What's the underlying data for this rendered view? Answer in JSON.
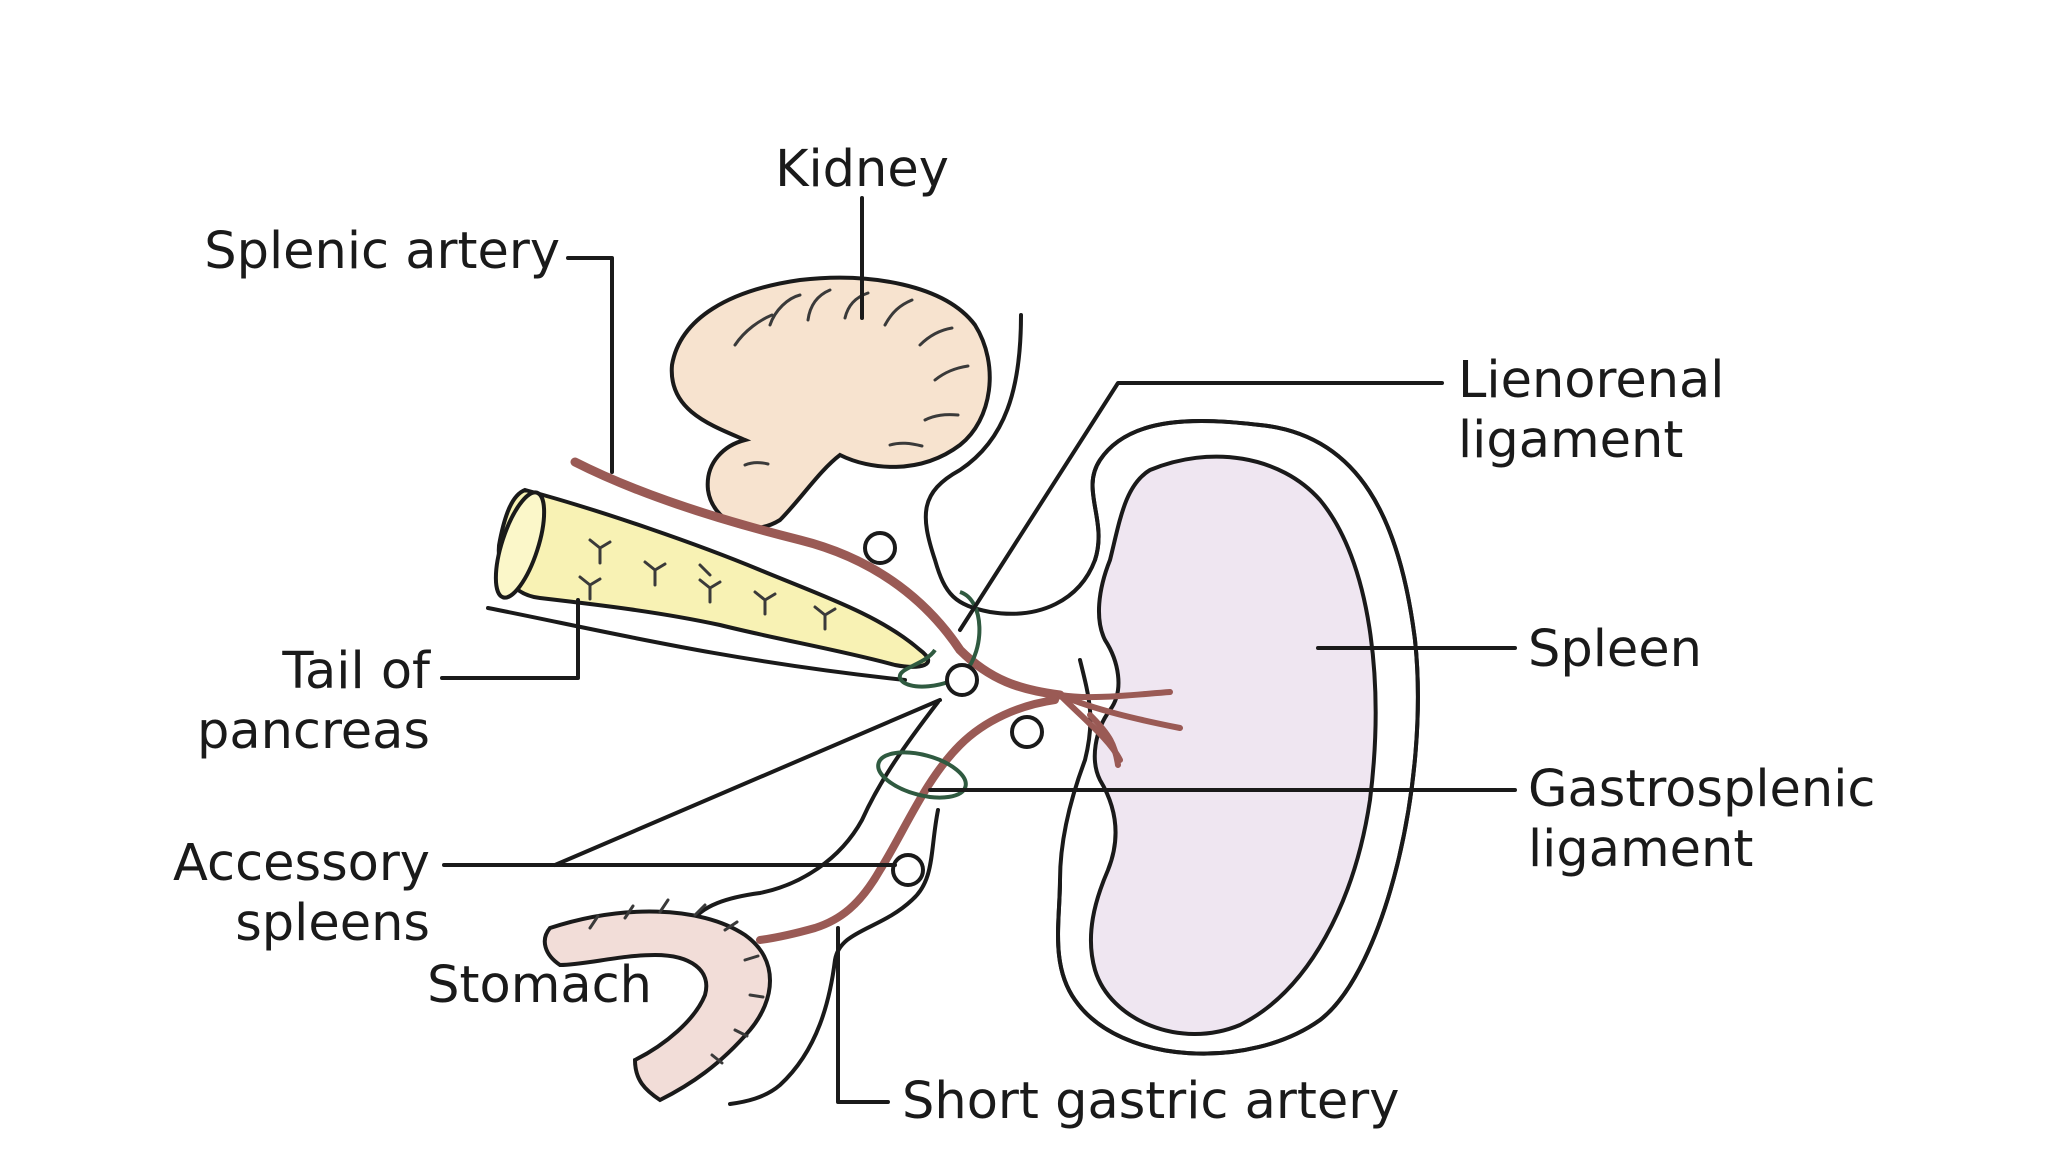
{
  "labels": {
    "kidney": "Kidney",
    "splenic_artery": "Splenic artery",
    "lienorenal_line1": "Lienorenal",
    "lienorenal_line2": "ligament",
    "spleen": "Spleen",
    "tail_line1": "Tail of",
    "tail_line2": "pancreas",
    "gastrosplenic_line1": "Gastrosplenic",
    "gastrosplenic_line2": "ligament",
    "accessory_line1": "Accessory",
    "accessory_line2": "spleens",
    "stomach": "Stomach",
    "short_gastric": "Short gastric artery"
  },
  "colors": {
    "kidney_fill": "#f7e3cf",
    "pancreas_fill": "#f8f2b4",
    "spleen_fill": "#efe6f1",
    "stomach_fill": "#f2ddd8",
    "artery": "#9a5a55",
    "ligament_ring": "#2f5a40",
    "text": "#1a1a1a"
  }
}
